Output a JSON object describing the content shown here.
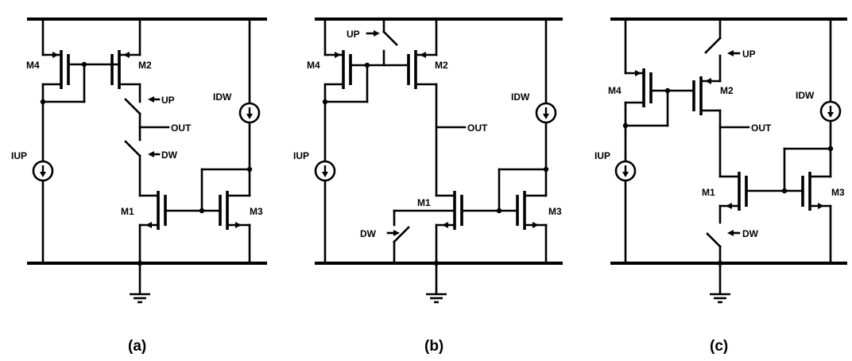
{
  "panels": [
    {
      "caption": "(a)",
      "labels": {
        "m4": "M4",
        "m2": "M2",
        "m1": "M1",
        "m3": "M3",
        "iup": "IUP",
        "idw": "IDW",
        "up": "UP",
        "dw": "DW",
        "out": "OUT"
      }
    },
    {
      "caption": "(b)",
      "labels": {
        "m4": "M4",
        "m2": "M2",
        "m1": "M1",
        "m3": "M3",
        "iup": "IUP",
        "idw": "IDW",
        "up": "UP",
        "dw": "DW",
        "out": "OUT"
      }
    },
    {
      "caption": "(c)",
      "labels": {
        "m4": "M4",
        "m2": "M2",
        "m1": "M1",
        "m3": "M3",
        "iup": "IUP",
        "idw": "IDW",
        "up": "UP",
        "dw": "DW",
        "out": "OUT"
      }
    }
  ]
}
